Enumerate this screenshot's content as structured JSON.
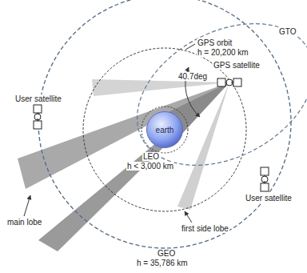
{
  "diagram": {
    "nodes": [
      {
        "text": [
          "earth"
        ]
      }
    ],
    "labels": [
      "GPS orbit",
      "h = 20,200 km",
      "GTO",
      "GPS satellite",
      "40.7deg",
      "User satellite",
      "User satellite",
      "LEO",
      "h < 3,000 km",
      "main lobe",
      "first side lobe",
      "GEO",
      "h = 35,786 km"
    ]
  }
}
